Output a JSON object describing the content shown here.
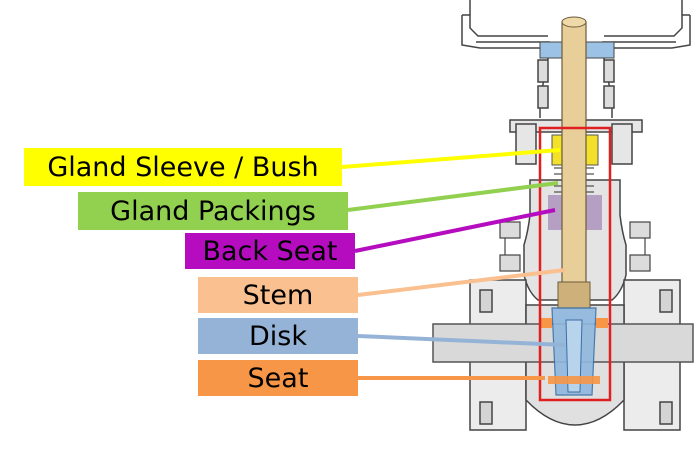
{
  "labels": [
    {
      "key": "gland_sleeve",
      "text": "Gland Sleeve / Bush",
      "color": "#ffff00"
    },
    {
      "key": "gland_packings",
      "text": "Gland Packings",
      "color": "#92d050"
    },
    {
      "key": "back_seat",
      "text": "Back Seat",
      "color": "#b50cbf"
    },
    {
      "key": "stem",
      "text": "Stem",
      "color": "#fac090"
    },
    {
      "key": "disk",
      "text": "Disk",
      "color": "#95b3d7"
    },
    {
      "key": "seat",
      "text": "Seat",
      "color": "#f79646"
    }
  ],
  "highlight_color": "#e02020",
  "stem_color": "#e8cf9a"
}
